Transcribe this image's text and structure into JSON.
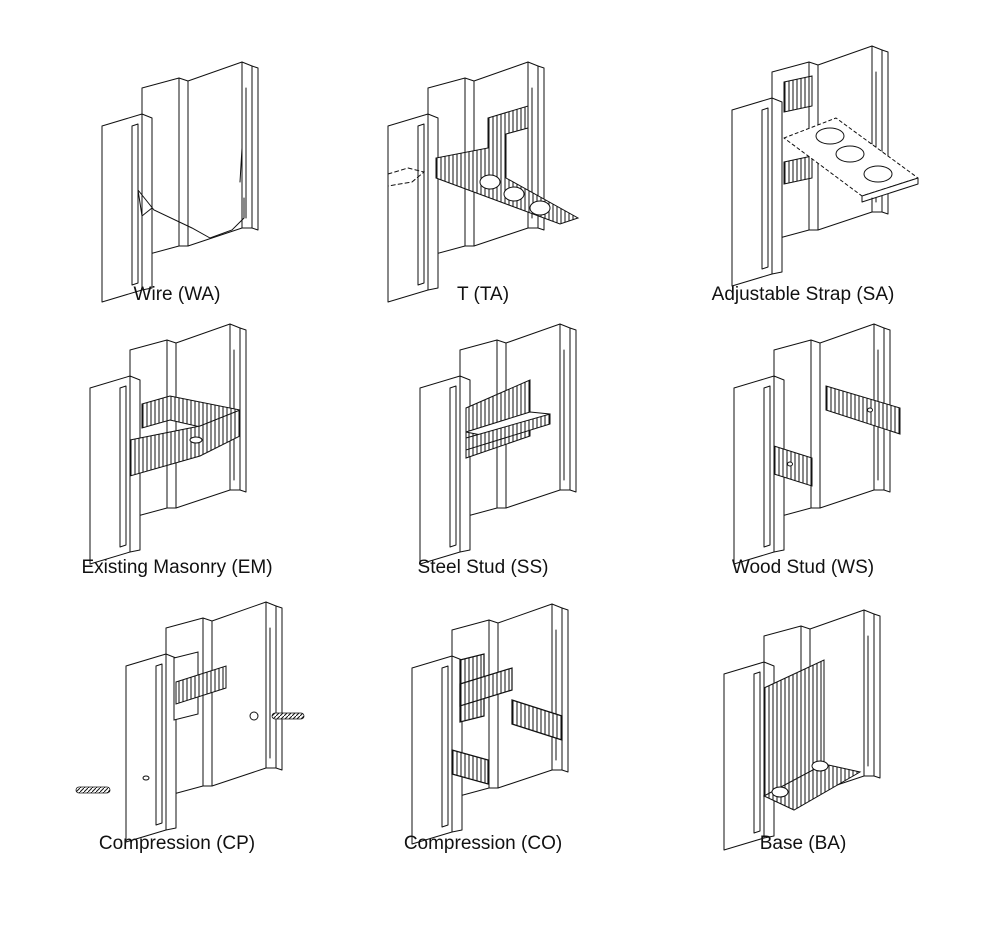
{
  "anchors": [
    {
      "id": "wa",
      "label": "Wire (WA)"
    },
    {
      "id": "ta",
      "label": "T (TA)"
    },
    {
      "id": "sa",
      "label": "Adjustable Strap (SA)"
    },
    {
      "id": "em",
      "label": "Existing Masonry (EM)"
    },
    {
      "id": "ss",
      "label": "Steel Stud (SS)"
    },
    {
      "id": "ws",
      "label": "Wood Stud (WS)"
    },
    {
      "id": "cp",
      "label": "Compression (CP)"
    },
    {
      "id": "co",
      "label": "Compression (CO)"
    },
    {
      "id": "ba",
      "label": "Base (BA)"
    }
  ]
}
